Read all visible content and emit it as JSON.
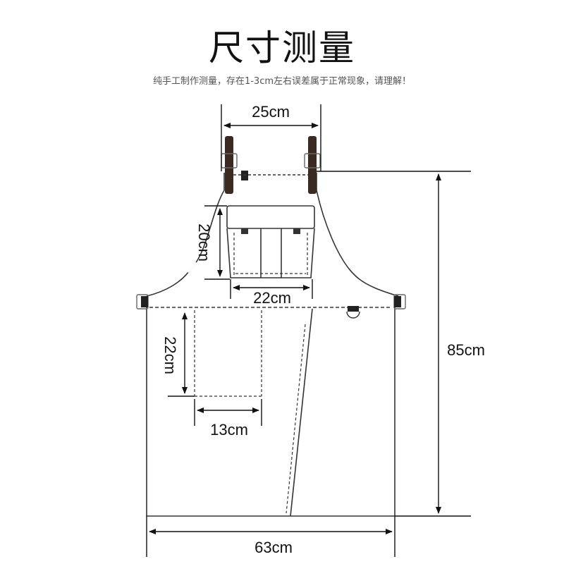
{
  "header": {
    "title": "尺寸测量",
    "subtitle": "纯手工制作测量，存在1-3cm左右误差属于正常现象，请理解！"
  },
  "dimensions": {
    "strap_width": "25cm",
    "bib_pocket_height": "20cm",
    "bib_pocket_width": "22cm",
    "side_pocket_height": "22cm",
    "side_pocket_width": "13cm",
    "total_length": "85cm",
    "total_width": "63cm"
  }
}
